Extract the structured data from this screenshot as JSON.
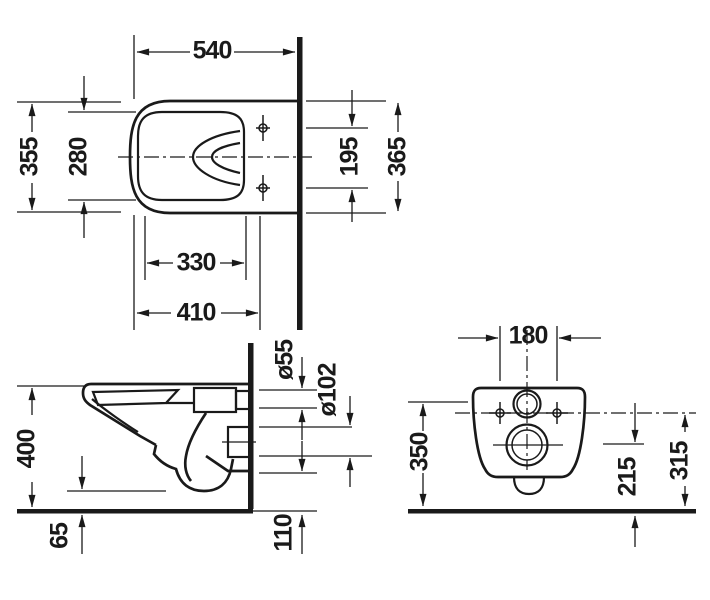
{
  "drawing": {
    "type": "technical-dimension-drawing",
    "subject": "wall-hung-toilet",
    "colors": {
      "background": "#ffffff",
      "line": "#1a1a1a"
    },
    "views": {
      "plan": {
        "name": "top-view"
      },
      "side": {
        "name": "side-elevation-view"
      },
      "rear": {
        "name": "rear-view"
      }
    }
  },
  "dims": {
    "plan_overall_depth": "540",
    "plan_seat_width": "355",
    "plan_inner_width": "280",
    "plan_hinge_spacing": "195",
    "plan_bowl_width": "365",
    "plan_inner_length": "330",
    "plan_hinge_distance": "410",
    "side_rim_height": "400",
    "side_bottom_clearance": "65",
    "side_flush_pipe_dia": "ø55",
    "side_outlet_pipe_dia": "ø102",
    "side_outlet_bottom_height": "110",
    "rear_bolt_spacing": "180",
    "rear_flush_center_height": "350",
    "rear_outlet_center_height": "215",
    "rear_bolt_center_height": "315"
  }
}
